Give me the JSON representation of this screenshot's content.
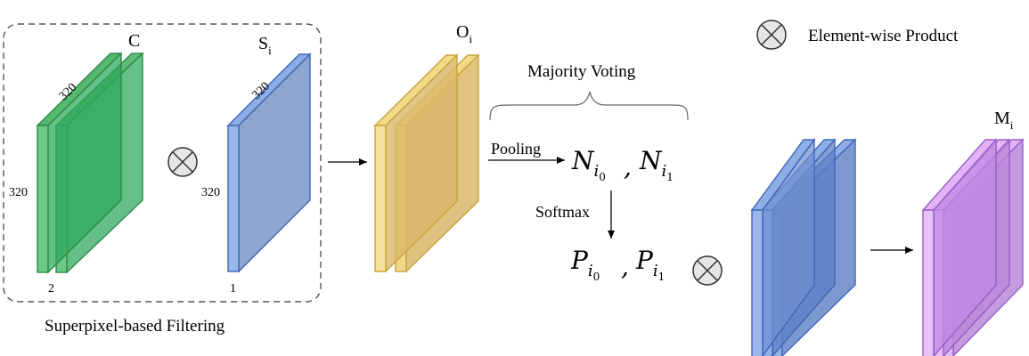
{
  "legend": {
    "symbol": "circle-times-icon",
    "label": "Element-wise Product"
  },
  "filtering": {
    "box_label": "Superpixel-based Filtering",
    "c": {
      "label": "C",
      "width": "320",
      "height": "320",
      "channels": "2",
      "color": "#2e9e55"
    },
    "s": {
      "label_main": "S",
      "label_sub": "i",
      "width": "320",
      "height": "320",
      "channels": "1",
      "color": "#6f8fd0"
    }
  },
  "output": {
    "label_main": "O",
    "label_sub": "i",
    "color": "#e6c35a"
  },
  "voting": {
    "title": "Majority Voting",
    "pooling": "Pooling",
    "softmax": "Softmax",
    "n0": {
      "main": "N",
      "sub": "i",
      "subsub": "0"
    },
    "n1": {
      "main": "N",
      "sub": "i",
      "subsub": "1"
    },
    "p0": {
      "main": "P",
      "sub": "i",
      "subsub": "0"
    },
    "p1": {
      "main": "P",
      "sub": "i",
      "subsub": "1"
    },
    "separator": ","
  },
  "mask": {
    "label_main": "M",
    "label_sub": "i",
    "color": "#b57fdc"
  },
  "colors": {
    "green": "#2ea65a",
    "blue": "#5f82c9",
    "yellow": "#e8c865",
    "purple": "#c08ae3",
    "border": "#555555"
  }
}
